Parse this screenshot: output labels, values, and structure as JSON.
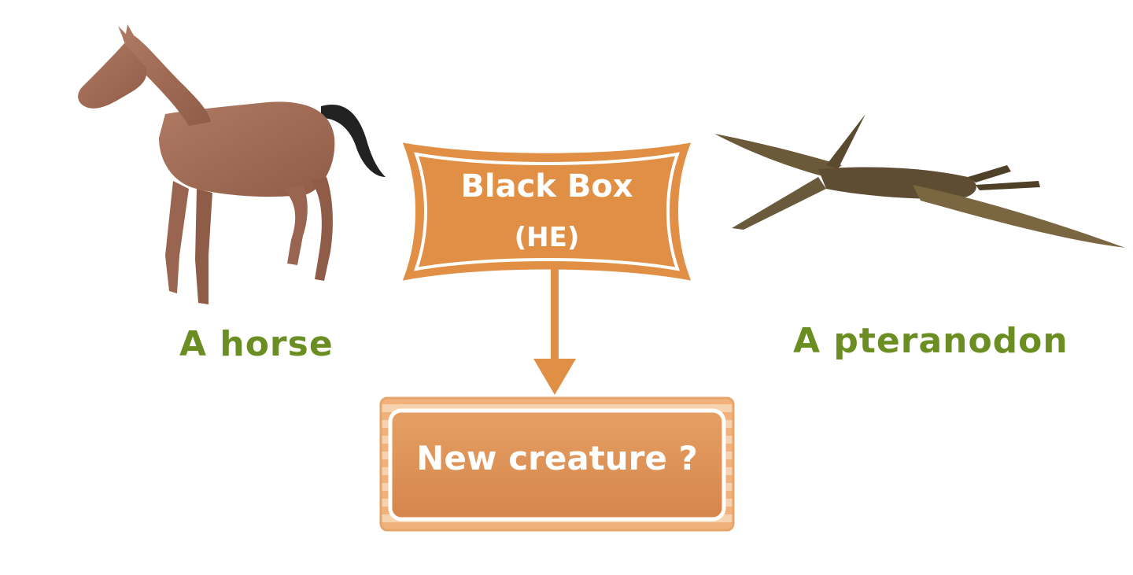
{
  "colors": {
    "label_green": "#6b8e23",
    "orange": "#e08f45",
    "orange_light": "#f0b27a",
    "horse_body": "#a06a55",
    "horse_tail": "#222222",
    "ptera_body": "#6b5a3a"
  },
  "subjects": {
    "horse": {
      "label": "A horse",
      "icon": "horse-illustration"
    },
    "pteranodon": {
      "label": "A pteranodon",
      "icon": "pteranodon-illustration"
    }
  },
  "black_box": {
    "title": "Black Box",
    "subtitle": "(HE)"
  },
  "result": {
    "label": "New creature ?"
  }
}
